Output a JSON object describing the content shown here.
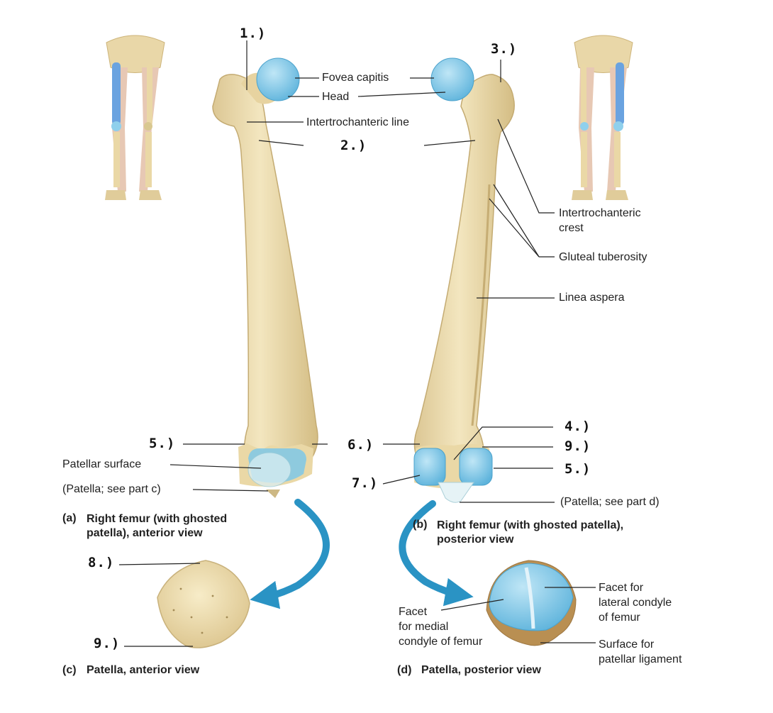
{
  "labels": {
    "fovea_capitis": "Fovea capitis",
    "head": "Head",
    "intertrochanteric_line": "Intertrochanteric line",
    "intertrochanteric_crest": "Intertrochanteric\ncrest",
    "gluteal_tuberosity": "Gluteal tuberosity",
    "linea_aspera": "Linea aspera",
    "patellar_surface": "Patellar surface",
    "patella_part_c": "(Patella; see part c)",
    "patella_part_d": "(Patella; see part d)",
    "facet_lateral": "Facet for\nlateral condyle\nof femur",
    "facet_medial": "Facet\nfor medial\ncondyle of femur",
    "surface_ligament": "Surface for\npatellar ligament"
  },
  "handwritten": {
    "n1": "1.)",
    "n2": "2.)",
    "n3": "3.)",
    "n4": "4.)",
    "n5a": "5.)",
    "n5b": "5.)",
    "n6": "6.)",
    "n7": "7.)",
    "n8": "8.)",
    "n9a": "9.)",
    "n9b": "9.)"
  },
  "captions": {
    "a_tag": "(a)",
    "a_text": "Right femur (with ghosted\npatella), anterior view",
    "b_tag": "(b)",
    "b_text": "Right femur (with ghosted patella),\nposterior view",
    "c_tag": "(c)",
    "c_text": "Patella, anterior view",
    "d_tag": "(d)",
    "d_text": "Patella, posterior view"
  },
  "colors": {
    "bone": "#ecdcaa",
    "bone_shade": "#d8c48c",
    "cartilage": "#7ec8e8",
    "arrow": "#2a93c4",
    "line": "#222222"
  }
}
